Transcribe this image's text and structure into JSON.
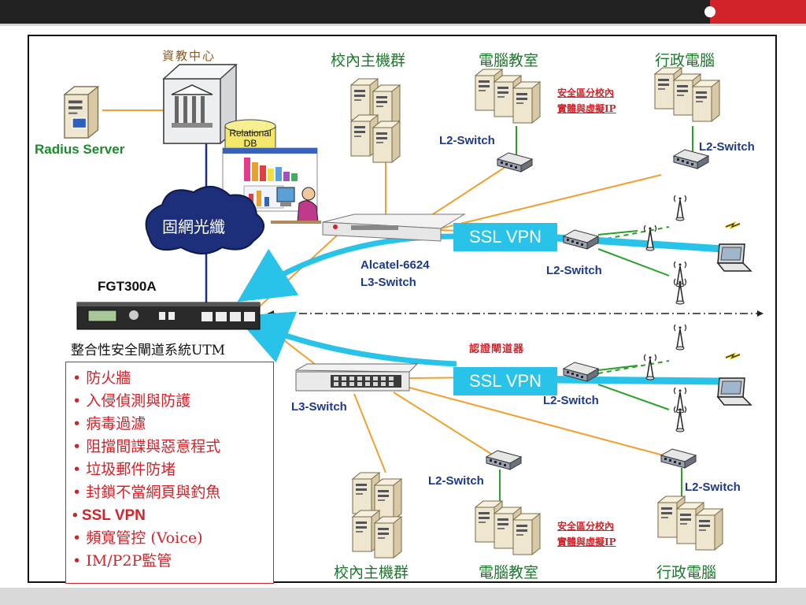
{
  "labels": {
    "data_center": "資教中心",
    "radius_server": "Radius Server",
    "relational_db": "Relational\nDB",
    "fiber_cloud": "固網光纖",
    "fgt": "FGT300A",
    "utm_title": "整合性安全閘道系統UTM",
    "host_group_top": "校內主機群",
    "computer_lab_top": "電腦教室",
    "admin_pc_top": "行政電腦",
    "note_top_1": "安全區分校內",
    "note_top_2": "實體與虛擬IP",
    "l2_switch_a": "L2-Switch",
    "l2_switch_b": "L2-Switch",
    "l2_switch_c": "L2-Switch",
    "l2_switch_d": "L2-Switch",
    "l2_switch_e": "L2-Switch",
    "l2_switch_f": "L2-Switch",
    "alcatel_1": "Alcatel-6624",
    "alcatel_2": "L3-Switch",
    "l3_switch": "L3-Switch",
    "ssl_vpn_top": "SSL VPN",
    "ssl_vpn_bottom": "SSL VPN",
    "auth_gateway": "認證閘道器",
    "host_group_bottom": "校內主機群",
    "computer_lab_bottom": "電腦教室",
    "admin_pc_bottom": "行政電腦",
    "note_bottom_1": "安全區分校內",
    "note_bottom_2": "實體與虛擬IP"
  },
  "features": [
    "• 防火牆",
    "• 入侵偵測與防護",
    "• 病毒過濾",
    "• 阻擋間諜與惡意程式",
    "• 垃圾郵件防堵",
    "• 封鎖不當網頁與釣魚",
    "• SSL VPN",
    "• 頻寬管控 (Voice)",
    "• IM/P2P監管"
  ],
  "colors": {
    "link_orange": "#f0a030",
    "link_green": "#2aa02a",
    "link_navy": "#1d2f7a",
    "vpn_blue": "#29c3ea",
    "accent_red": "#d2232a"
  }
}
